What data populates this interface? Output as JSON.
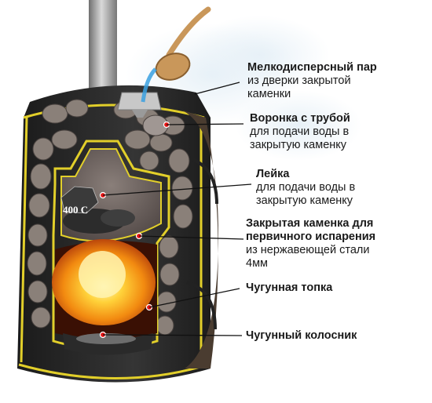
{
  "temperature_label": "400 C",
  "annotations": [
    {
      "title": "Мелкодисперсный пар",
      "sub": [
        "из дверки закрытой",
        "каменки"
      ]
    },
    {
      "title": "Воронка с трубой",
      "sub": [
        "для подачи воды в",
        "закрытую каменку"
      ]
    },
    {
      "title": "Лейка",
      "sub": [
        "для подачи воды в",
        "закрытую каменку"
      ]
    },
    {
      "title": "Закрытая каменка для",
      "title2": "первичного испарения",
      "sub": [
        "из нержавеющей стали",
        "4мм"
      ]
    },
    {
      "title": "Чугунная топка",
      "sub": []
    },
    {
      "title": "Чугунный колосник",
      "sub": []
    }
  ],
  "colors": {
    "body_dark": "#262626",
    "frame_yellow": "#e2cf2a",
    "stone": "#8a8079",
    "fire_core": "#fff4a0",
    "fire_outer": "#d24a08",
    "marker_red": "#e51414",
    "steam": "#cfe2f0",
    "water": "#3aa0e0",
    "wood": "#c9975a"
  }
}
